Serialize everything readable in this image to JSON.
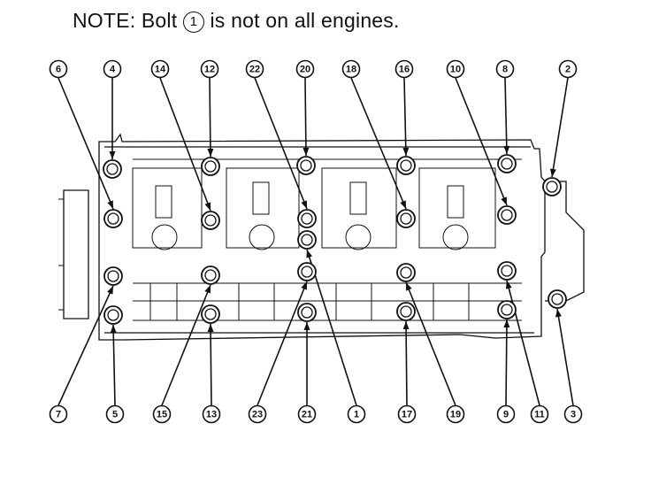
{
  "note": {
    "prefix": "NOTE: Bolt ",
    "marker": "1",
    "suffix": " is not on all engines."
  },
  "callouts": {
    "top": [
      "6",
      "4",
      "14",
      "12",
      "22",
      "20",
      "18",
      "16",
      "10",
      "8",
      "2"
    ],
    "bottom": [
      "7",
      "5",
      "15",
      "13",
      "23",
      "21",
      "1",
      "17",
      "19",
      "9",
      "11",
      "3"
    ]
  },
  "bolt_count": 23
}
